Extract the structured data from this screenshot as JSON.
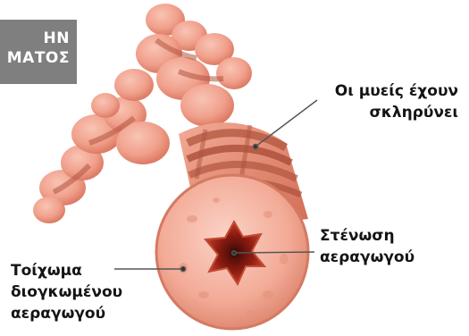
{
  "banner": {
    "line1": "ΗΝ",
    "line2": "ΜΑΤΟΣ",
    "color": "#7f7f7f"
  },
  "labels": {
    "muscles": {
      "line1": "Οι μυείς έχουν",
      "line2": "σκληρύνει"
    },
    "narrowing": {
      "line1": "Στένωση",
      "line2": "αεραγωγού"
    },
    "wall": {
      "line1": "Τοίχωμα",
      "line2": "διογκωμένου",
      "line3": "αεραγωγού"
    }
  },
  "colors": {
    "tissue": "#f0a08c",
    "tissue_dark": "#d9735c",
    "muscle_band": "#b0553f",
    "lumen": "#a8281c",
    "leader_line": "#555555"
  },
  "icons": {
    "illustration": "bronchial-airway-cross-section"
  }
}
